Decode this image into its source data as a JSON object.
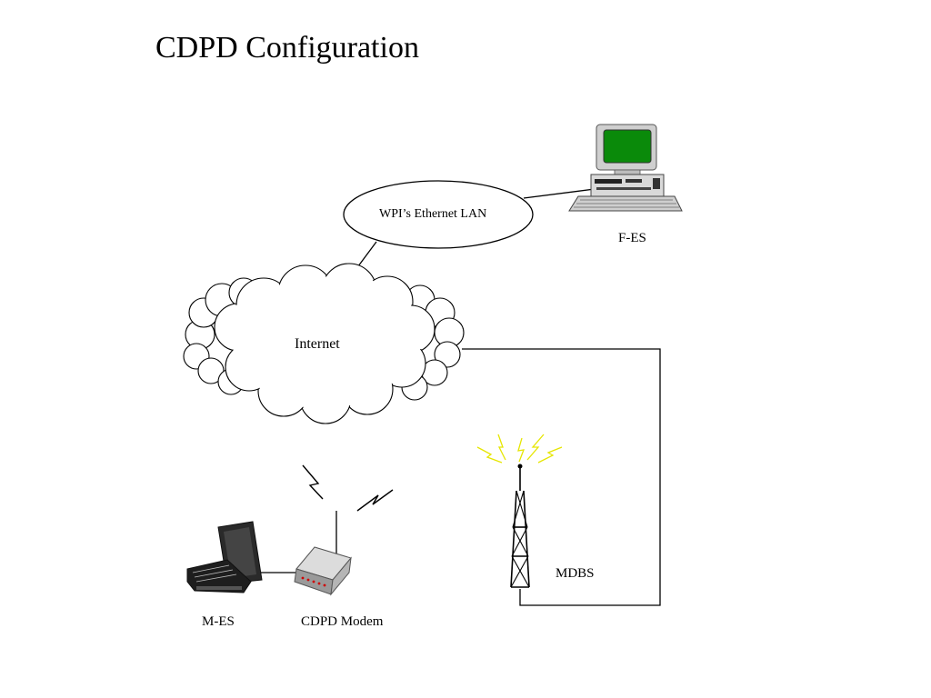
{
  "title": "CDPD Configuration",
  "nodes": {
    "lan": "WPI’s Ethernet LAN",
    "fixed_end_system": "F-ES",
    "internet": "Internet",
    "mobile_end_system": "M-ES",
    "modem": "CDPD Modem",
    "base_station": "MDBS"
  },
  "colors": {
    "screen_green": "#0a8a0a",
    "radio_spark": "#e6e600",
    "line": "#000000"
  },
  "icons": [
    "desktop-computer-icon",
    "cloud-icon",
    "laptop-icon",
    "modem-icon",
    "radio-tower-icon",
    "wireless-signal-icon"
  ]
}
